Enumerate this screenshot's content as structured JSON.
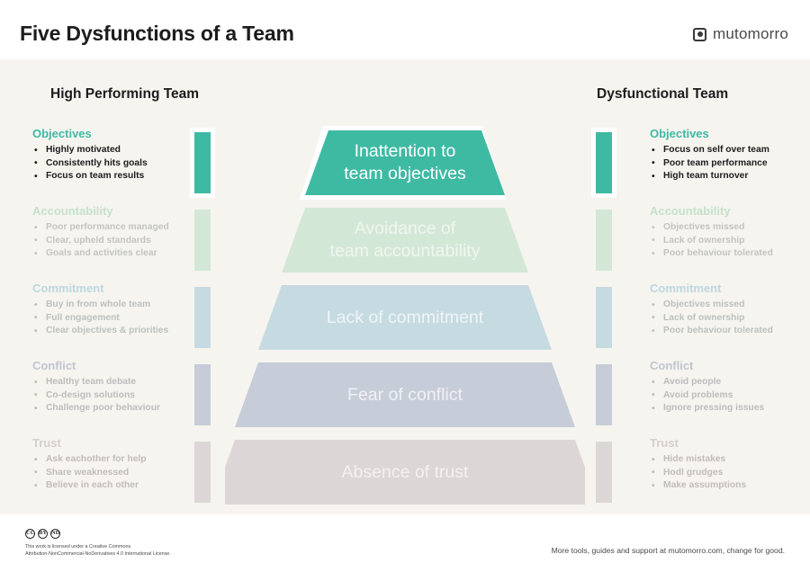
{
  "header": {
    "title": "Five Dysfunctions of a Team",
    "brand_name": "mutomorro",
    "brand_icon": "rounded-square-dot-icon"
  },
  "columns": {
    "left_heading": "High Performing Team",
    "right_heading": "Dysfunctional Team"
  },
  "colors": {
    "page_bg": "#ffffff",
    "panel_bg": "#f5f4ef",
    "accent_teal": "#3ebaa3",
    "green": "#d3e7d7",
    "blue": "#c6dae1",
    "slate": "#c6ccd8",
    "mauve": "#ddd6d6",
    "text_dark": "#1c1c1c",
    "text_muted": "#4a4a4a"
  },
  "rows": [
    {
      "key": "objectives",
      "active": true,
      "band_color": "#3ebaa3",
      "heading_color": "#3ebaa3",
      "bullet_color": "#1c1c1c",
      "band_text": "Inattention to\nteam objectives",
      "band_text_color": "#ffffff",
      "left": {
        "heading": "Objectives",
        "bullets": [
          "Highly motivated",
          "Consistently hits goals",
          "Focus on team results"
        ]
      },
      "right": {
        "heading": "Objectives",
        "bullets": [
          "Focus on self over team",
          "Poor team performance",
          "High team turnover"
        ]
      }
    },
    {
      "key": "accountability",
      "active": false,
      "band_color": "#d3e7d7",
      "heading_color": "#c6e0ca",
      "bullet_color": "#c3c5bd",
      "band_text": "Avoidance of\nteam accountability",
      "band_text_color": "#eef6ef",
      "left": {
        "heading": "Accountability",
        "bullets": [
          "Poor performance managed",
          "Clear, upheld standards",
          "Goals and activities clear"
        ]
      },
      "right": {
        "heading": "Accountability",
        "bullets": [
          "Objectives missed",
          "Lack of ownership",
          "Poor behaviour tolerated"
        ]
      }
    },
    {
      "key": "commitment",
      "active": false,
      "band_color": "#c6dae1",
      "heading_color": "#bcd7de",
      "bullet_color": "#bdc0bd",
      "band_text": "Lack of commitment",
      "band_text_color": "#eef5f7",
      "left": {
        "heading": "Commitment",
        "bullets": [
          "Buy in from whole team",
          "Full engagement",
          "Clear objectives & priorities"
        ]
      },
      "right": {
        "heading": "Commitment",
        "bullets": [
          "Objectives missed",
          "Lack of ownership",
          "Poor behaviour tolerated"
        ]
      }
    },
    {
      "key": "conflict",
      "active": false,
      "band_color": "#c6ccd8",
      "heading_color": "#c0c5cf",
      "bullet_color": "#bcbcbc",
      "band_text": "Fear of conflict",
      "band_text_color": "#f0f1f5",
      "left": {
        "heading": "Conflict",
        "bullets": [
          "Healthy team debate",
          "Co-design solutions",
          "Challenge poor behaviour"
        ]
      },
      "right": {
        "heading": "Conflict",
        "bullets": [
          "Avoid people",
          "Avoid problems",
          "Ignore pressing issues"
        ]
      }
    },
    {
      "key": "trust",
      "active": false,
      "band_color": "#ddd6d6",
      "heading_color": "#d5cece",
      "bullet_color": "#c0bcba",
      "band_text": "Absence of trust",
      "band_text_color": "#f4f1f1",
      "left": {
        "heading": "Trust",
        "bullets": [
          "Ask eachother for help",
          "Share weaknessed",
          "Believe in each other"
        ]
      },
      "right": {
        "heading": "Trust",
        "bullets": [
          "Hide mistakes",
          "Hodl grudges",
          "Make assumptions"
        ]
      }
    }
  ],
  "footer": {
    "cc_badges": [
      "CC",
      "BY",
      "ND"
    ],
    "license_line1": "This work is licensed under a Creative Commons",
    "license_line2": "Attribution-NonCommercial-NoDerivatives 4.0 International License.",
    "promo": "More tools, guides and support at mutomorro.com, change for good."
  }
}
